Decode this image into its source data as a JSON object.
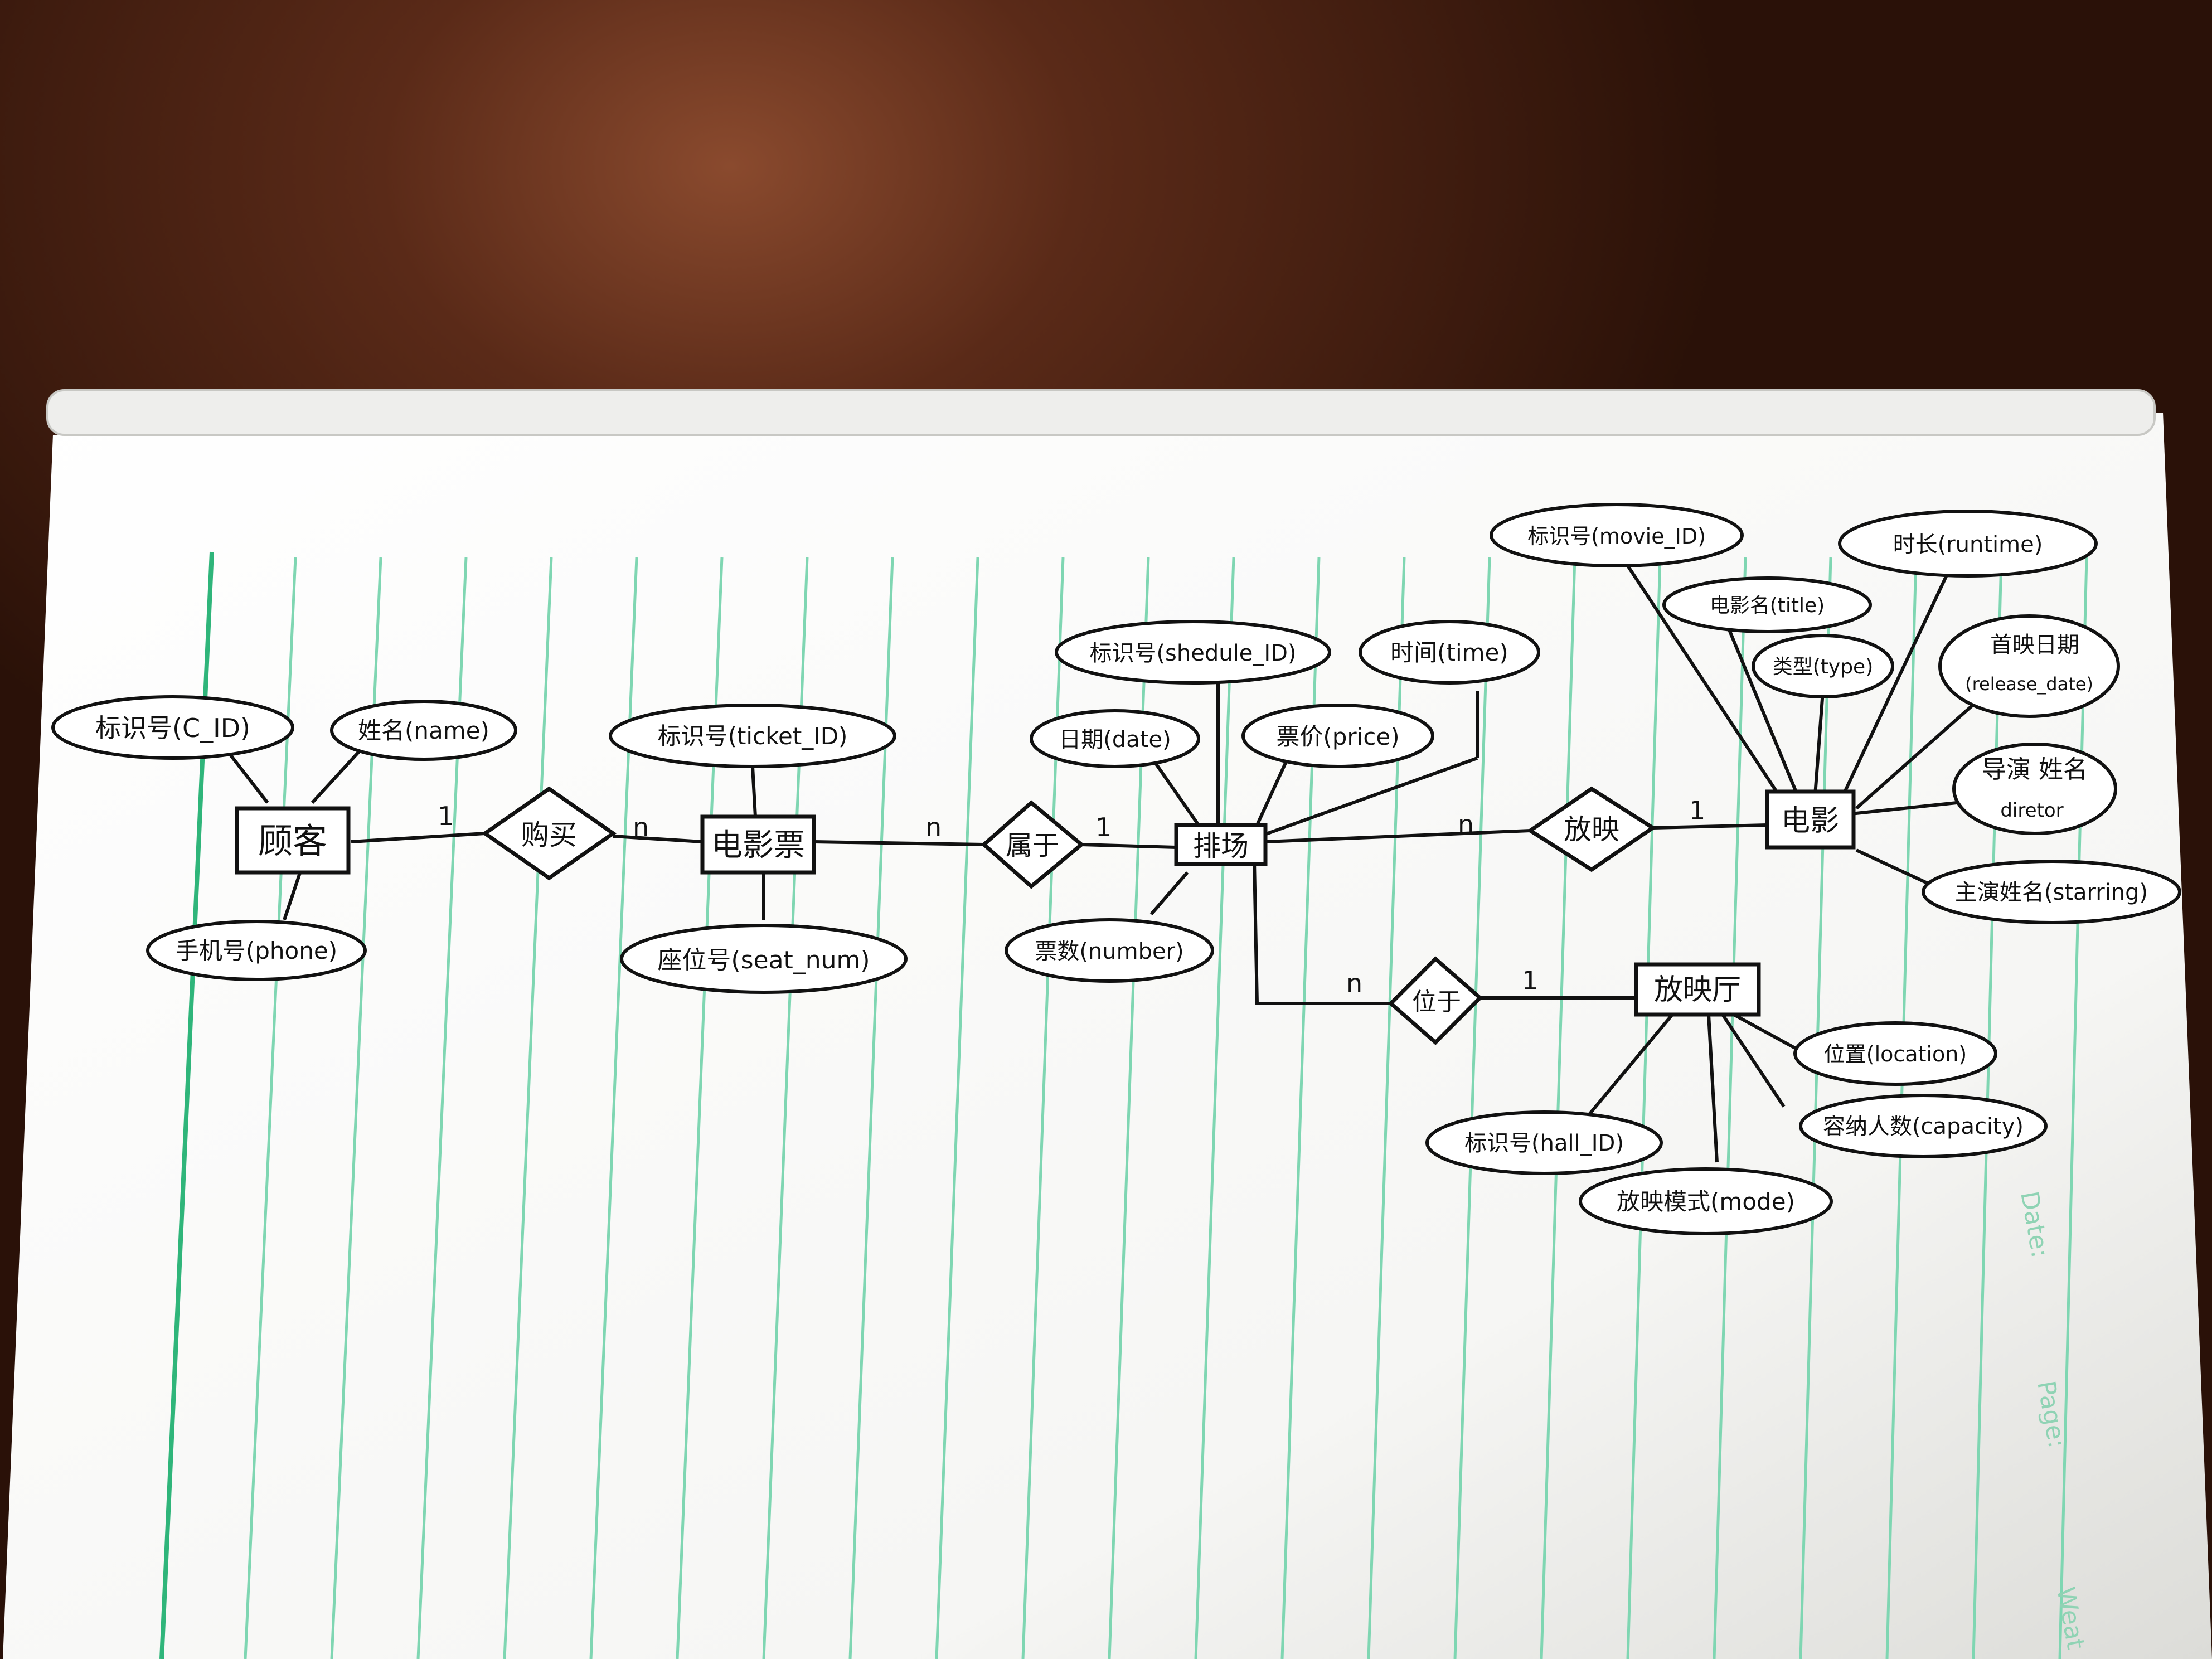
{
  "paper": {
    "margin_labels": {
      "date": "Date:",
      "page": "Page:",
      "weather": "Weat"
    }
  },
  "entities": {
    "customer": "顾客",
    "ticket": "电影票",
    "schedule": "排场",
    "movie": "电影",
    "hall": "放映厅"
  },
  "relationships": {
    "buy": "购买",
    "belong": "属于",
    "screen": "放映",
    "located": "位于"
  },
  "cardinalities": {
    "buy_customer": "1",
    "buy_ticket": "n",
    "belong_ticket": "n",
    "belong_schedule": "1",
    "screen_schedule": "n",
    "screen_movie": "1",
    "located_schedule": "n",
    "located_hall": "1"
  },
  "attributes": {
    "customer": {
      "id": "标识号(C_ID)",
      "name": "姓名(name)",
      "phone": "手机号(phone)"
    },
    "ticket": {
      "id": "标识号(ticket_ID)",
      "seat": "座位号(seat_num)"
    },
    "schedule": {
      "id": "标识号(shedule_ID)",
      "time": "时间(time)",
      "date": "日期(date)",
      "price": "票价(price)",
      "number": "票数(number)"
    },
    "movie": {
      "id": "标识号(movie_ID)",
      "runtime": "时长(runtime)",
      "title": "电影名(title)",
      "type": "类型(type)",
      "release_line1": "首映日期",
      "release_line2": "(release_date)",
      "director_line1": "导演 姓名",
      "director_line2": "diretor",
      "starring": "主演姓名(starring)"
    },
    "hall": {
      "location": "位置(location)",
      "capacity": "容纳人数(capacity)",
      "id": "标识号(hall_ID)",
      "mode": "放映模式(mode)"
    }
  }
}
